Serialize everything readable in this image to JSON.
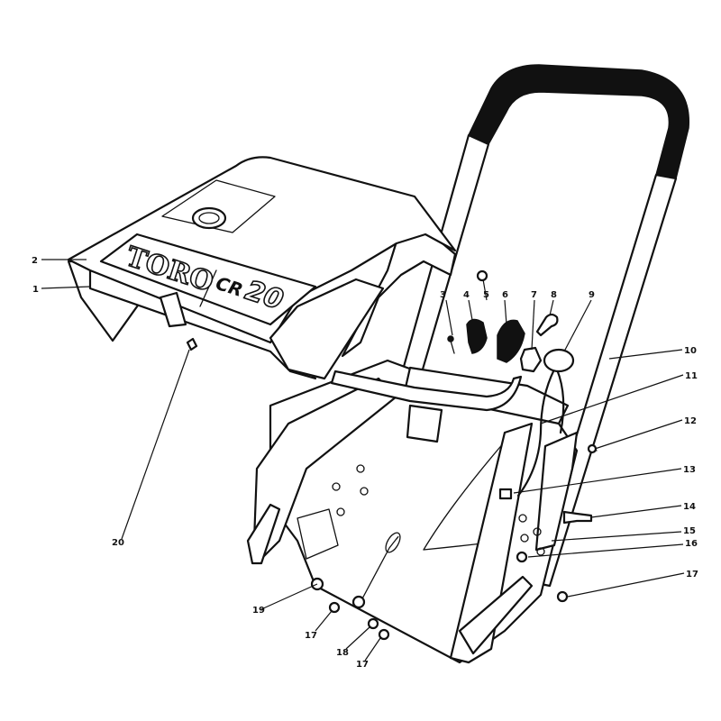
{
  "logo": {
    "brand": "TORO",
    "model_prefix": "CR",
    "model_number": "20"
  },
  "callouts": [
    "1",
    "2",
    "3",
    "4",
    "5",
    "6",
    "7",
    "8",
    "9",
    "10",
    "11",
    "12",
    "13",
    "14",
    "15",
    "16",
    "17",
    "17",
    "17",
    "18",
    "19",
    "20"
  ]
}
